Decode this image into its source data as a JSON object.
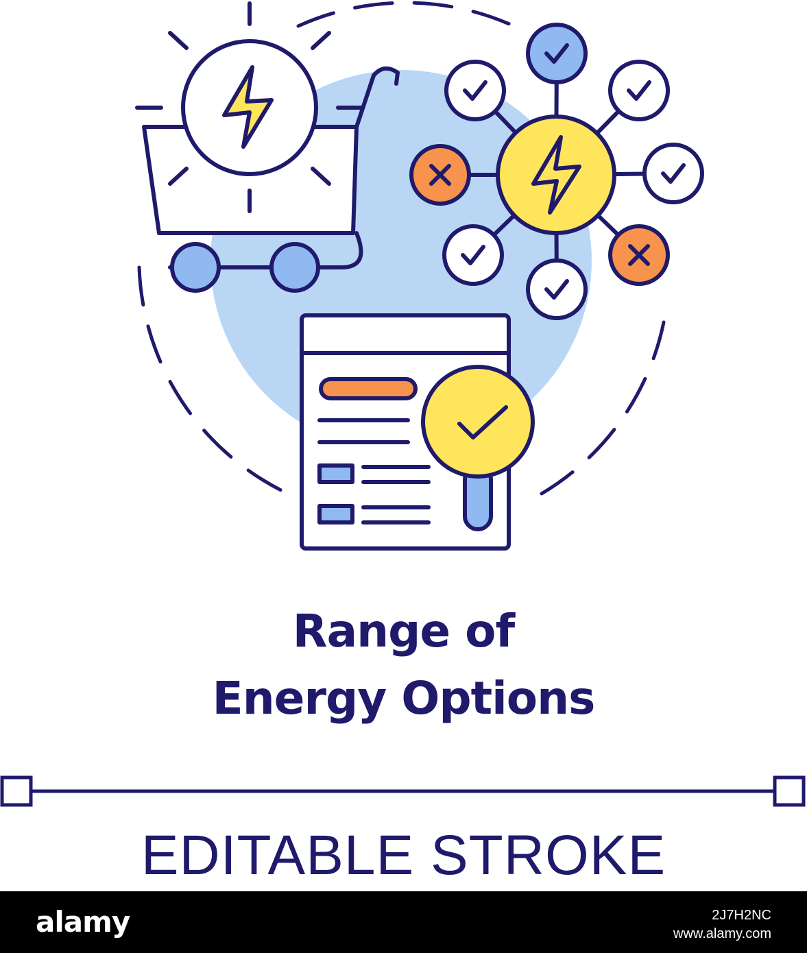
{
  "illustration": {
    "icons": [
      "energy-bolt-icon",
      "shopping-cart-icon",
      "energy-network-icon",
      "check-icon",
      "cross-icon",
      "document-icon",
      "magnifier-check-icon"
    ],
    "colors": {
      "outline": "#1f1a6b",
      "blue": "#8fb9f0",
      "light_blue": "#b9d7f5",
      "yellow": "#ffe55b",
      "orange": "#f7934c",
      "white": "#ffffff"
    }
  },
  "title": {
    "line1": "Range of",
    "line2": "Energy Options"
  },
  "subtitle": "EDITABLE STROKE",
  "footer": {
    "brand": "alamy",
    "image_id": "2J7H2NC",
    "url": "www.alamy.com"
  }
}
